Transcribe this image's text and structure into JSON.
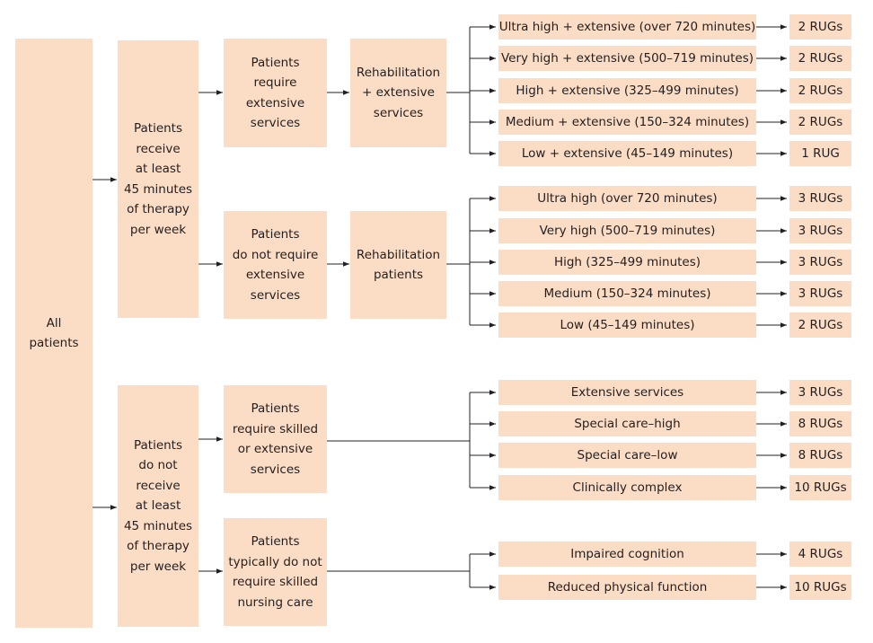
{
  "root": "All\npatients",
  "groups": [
    {
      "label": "Patients\nreceive\nat least\n45 minutes\nof therapy\nper week",
      "branches": [
        {
          "label": "Patients\nrequire\nextensive\nservices",
          "sub": "Rehabilitation\n+ extensive\nservices",
          "leaves": [
            {
              "label": "Ultra high + extensive (over 720 minutes)",
              "rugs": "2 RUGs"
            },
            {
              "label": "Very high + extensive (500–719 minutes)",
              "rugs": "2 RUGs"
            },
            {
              "label": "High + extensive (325–499 minutes)",
              "rugs": "2 RUGs"
            },
            {
              "label": "Medium + extensive (150–324 minutes)",
              "rugs": "2 RUGs"
            },
            {
              "label": "Low + extensive (45–149 minutes)",
              "rugs": "1 RUG"
            }
          ]
        },
        {
          "label": "Patients\ndo not require\nextensive\nservices",
          "sub": "Rehabilitation\npatients",
          "leaves": [
            {
              "label": "Ultra high (over 720 minutes)",
              "rugs": "3 RUGs"
            },
            {
              "label": "Very high (500–719 minutes)",
              "rugs": "3 RUGs"
            },
            {
              "label": "High (325–499 minutes)",
              "rugs": "3 RUGs"
            },
            {
              "label": "Medium (150–324 minutes)",
              "rugs": "3 RUGs"
            },
            {
              "label": "Low (45–149 minutes)",
              "rugs": "2 RUGs"
            }
          ]
        }
      ]
    },
    {
      "label": "Patients\ndo not\nreceive\nat least\n45 minutes\nof therapy\nper week",
      "branches": [
        {
          "label": "Patients\nrequire skilled\nor extensive\nservices",
          "leaves": [
            {
              "label": "Extensive services",
              "rugs": "3 RUGs"
            },
            {
              "label": "Special care–high",
              "rugs": "8 RUGs"
            },
            {
              "label": "Special care–low",
              "rugs": "8 RUGs"
            },
            {
              "label": "Clinically complex",
              "rugs": "10 RUGs"
            }
          ]
        },
        {
          "label": "Patients\ntypically do not\nrequire skilled\nnursing care",
          "leaves": [
            {
              "label": "Impaired cognition",
              "rugs": "4 RUGs"
            },
            {
              "label": "Reduced physical function",
              "rugs": "10 RUGs"
            }
          ]
        }
      ]
    }
  ],
  "colors": {
    "box": "#fbdcc5",
    "line": "#231f20",
    "text": "#231f20"
  }
}
